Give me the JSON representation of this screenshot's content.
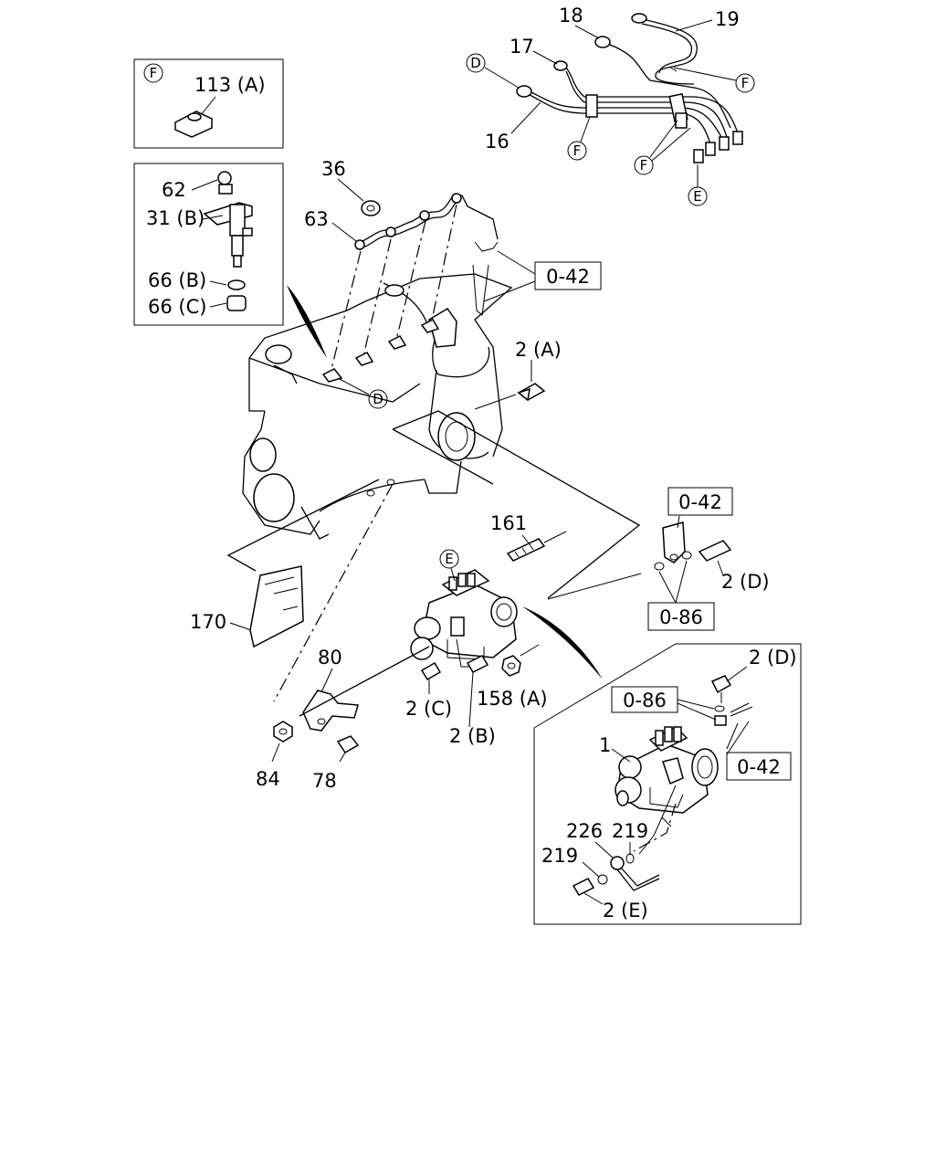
{
  "labels": {
    "p18": "18",
    "p19": "19",
    "p17": "17",
    "p16": "16",
    "p113a": "113 (A)",
    "p62": "62",
    "p31b": "31 (B)",
    "p66b": "66 (B)",
    "p66c": "66 (C)",
    "p36": "36",
    "p63": "63",
    "p2a": "2 (A)",
    "p161": "161",
    "p170": "170",
    "p80": "80",
    "p84": "84",
    "p78": "78",
    "p2c": "2 (C)",
    "p2b": "2 (B)",
    "p158a": "158 (A)",
    "p2d_upper": "2 (D)",
    "p2d_lower": "2 (D)",
    "p1": "1",
    "p226": "226",
    "p219_right": "219",
    "p219_left": "219",
    "p2e": "2 (E)"
  },
  "refs": {
    "r042_top": "0-42",
    "r042_mid": "0-42",
    "r086_mid": "0-86",
    "r086_inset": "0-86",
    "r042_inset": "0-42"
  },
  "markers": {
    "d_top": "D",
    "f_right": "F",
    "f_pipe": "F",
    "f_lower": "F",
    "e_top": "E",
    "f_inset": "F",
    "d_engine": "D",
    "e_pump": "E"
  }
}
